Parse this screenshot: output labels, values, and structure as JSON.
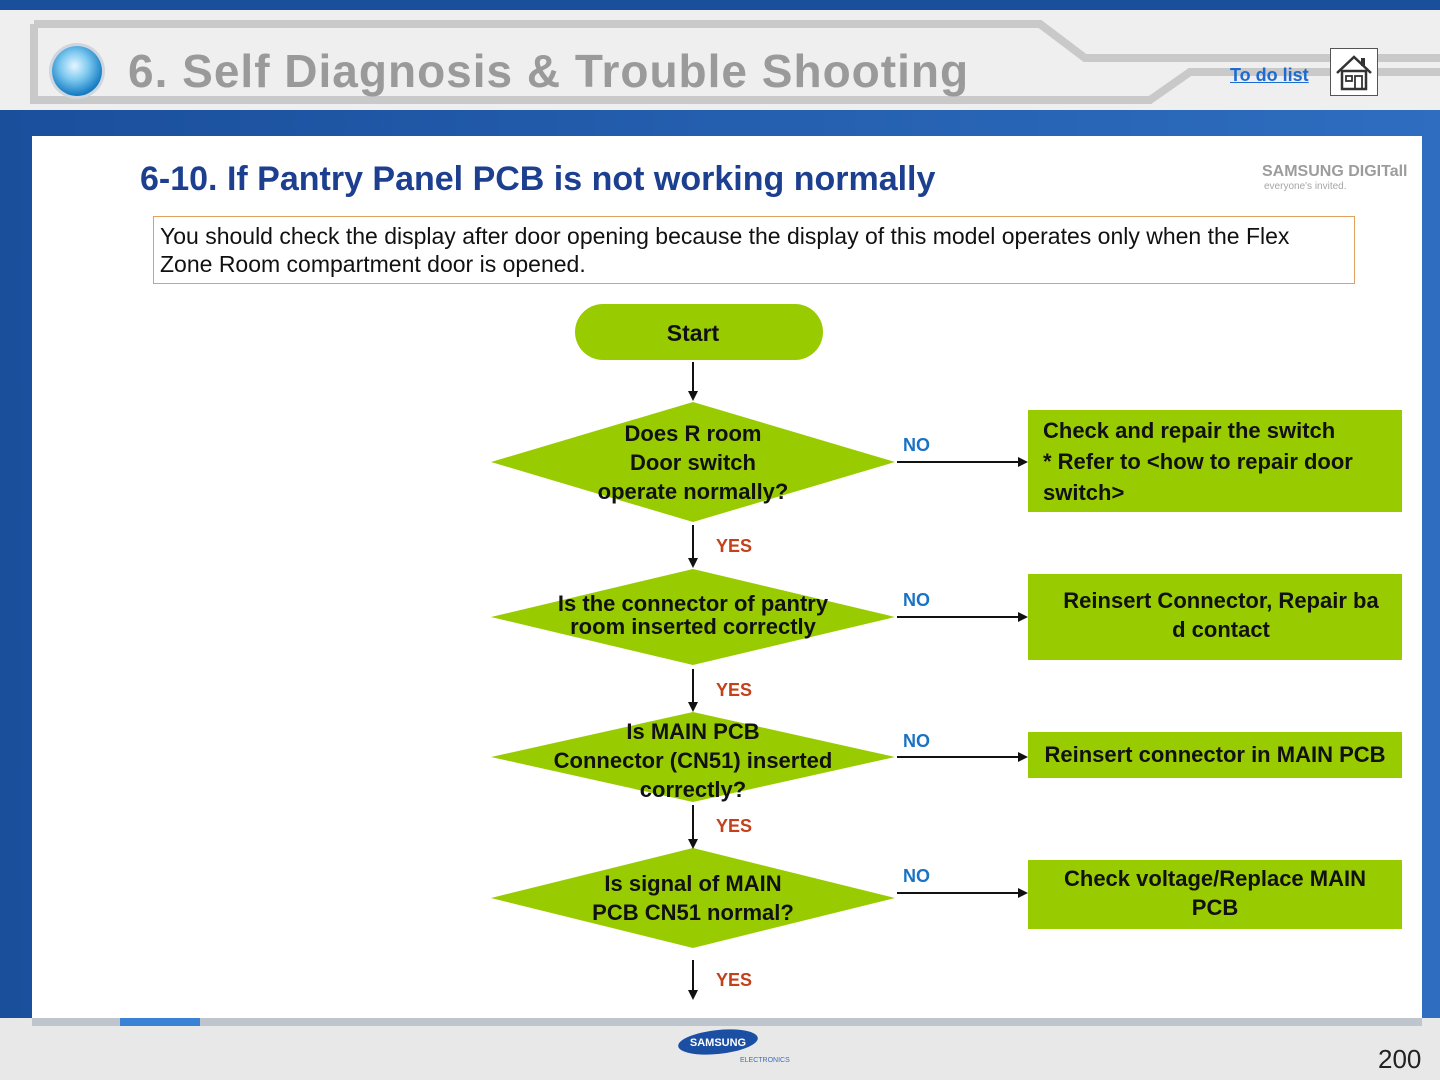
{
  "header": {
    "title": "6. Self Diagnosis & Trouble Shooting",
    "todo_link": "To do list",
    "home_icon": "home-icon"
  },
  "section": {
    "title": "6-10. If Pantry Panel PCB is not working normally",
    "brand_logo_text": "SAMSUNG DIGITall",
    "brand_tagline": "everyone's invited."
  },
  "note": "You should check the display after door opening because the display of this model operates only when the Flex Zone Room compartment door is opened.",
  "flow": {
    "start": "Start",
    "decisions": [
      {
        "lines": [
          "Does R room",
          "Door switch",
          "operate normally?"
        ]
      },
      {
        "lines": [
          "Is the connector of pantry",
          "room inserted correctly"
        ]
      },
      {
        "lines": [
          "Is MAIN PCB",
          "Connector (CN51) inserted",
          "correctly?"
        ]
      },
      {
        "lines": [
          "Is signal of MAIN",
          "PCB CN51 normal?"
        ]
      }
    ],
    "actions": [
      {
        "lines": [
          "Check and repair the switch",
          "* Refer to <how to repair door",
          "switch>"
        ]
      },
      {
        "lines": [
          "Reinsert Connector, Repair ba",
          "d contact"
        ]
      },
      {
        "lines": [
          "Reinsert connector in MAIN PCB"
        ]
      },
      {
        "lines": [
          "Check voltage/Replace MAIN",
          "PCB"
        ]
      }
    ],
    "yes_label": "YES",
    "no_label": "NO"
  },
  "footer": {
    "logo_text": "SAMSUNG",
    "logo_sub": "ELECTRONICS",
    "page_number": "200"
  },
  "colors": {
    "node_fill": "#99cc00",
    "title_blue": "#1d3f8f",
    "yes": "#c4401a",
    "no": "#1a72c4"
  }
}
